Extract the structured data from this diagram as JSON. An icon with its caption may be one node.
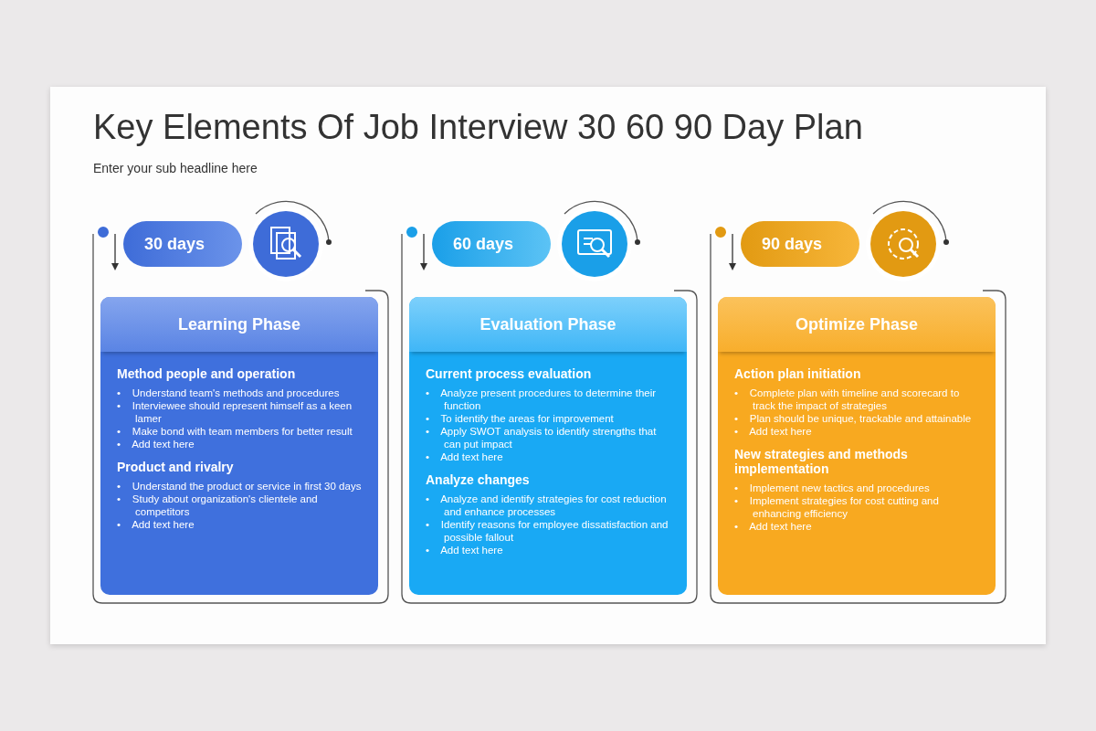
{
  "diagram": {
    "title": "Key Elements Of Job Interview 30 60 90 Day Plan",
    "nodes": [
      {
        "text": [
          "30 days"
        ]
      },
      {
        "text": [
          "Learning Phase",
          "Method people and operation",
          "•    Understand team's methods and procedures",
          "•    Interviewee should represent himself as a keen lamer",
          "•    Make bond with team members for better result",
          "•    Add text here",
          "Product and rivalry",
          "•    Understand the product or service in first 30 days",
          "•    Study about organization's clientele and competitors",
          "•    Add text here"
        ]
      },
      {
        "text": [
          "60 days"
        ]
      },
      {
        "text": [
          "Evaluation Phase",
          "Current process evaluation",
          "•    Analyze present procedures to determine their function",
          "•    To identify the areas for improvement",
          "•    Apply SWOT analysis to identify strengths that can put impact",
          "•    Add text here",
          "Analyze changes",
          "•    Analyze and identify strategies for cost reduction and enhance processes",
          "•    Identify reasons for employee dissatisfaction and possible fallout",
          "•    Add text here"
        ]
      },
      {
        "text": [
          "90 days"
        ]
      },
      {
        "text": [
          "Optimize Phase",
          "Action plan initiation",
          "•    Complete plan with timeline and scorecard to track the impact of strategies",
          "•    Plan should be unique, trackable and attainable",
          "•    Add text here",
          "New strategies and methods implementation",
          "•    Implement new tactics and procedures",
          "•    Implement strategies for cost cutting and enhancing efficiency",
          "•    Add text here"
        ]
      }
    ],
    "labels": [
      "Enter your sub headline here"
    ]
  }
}
